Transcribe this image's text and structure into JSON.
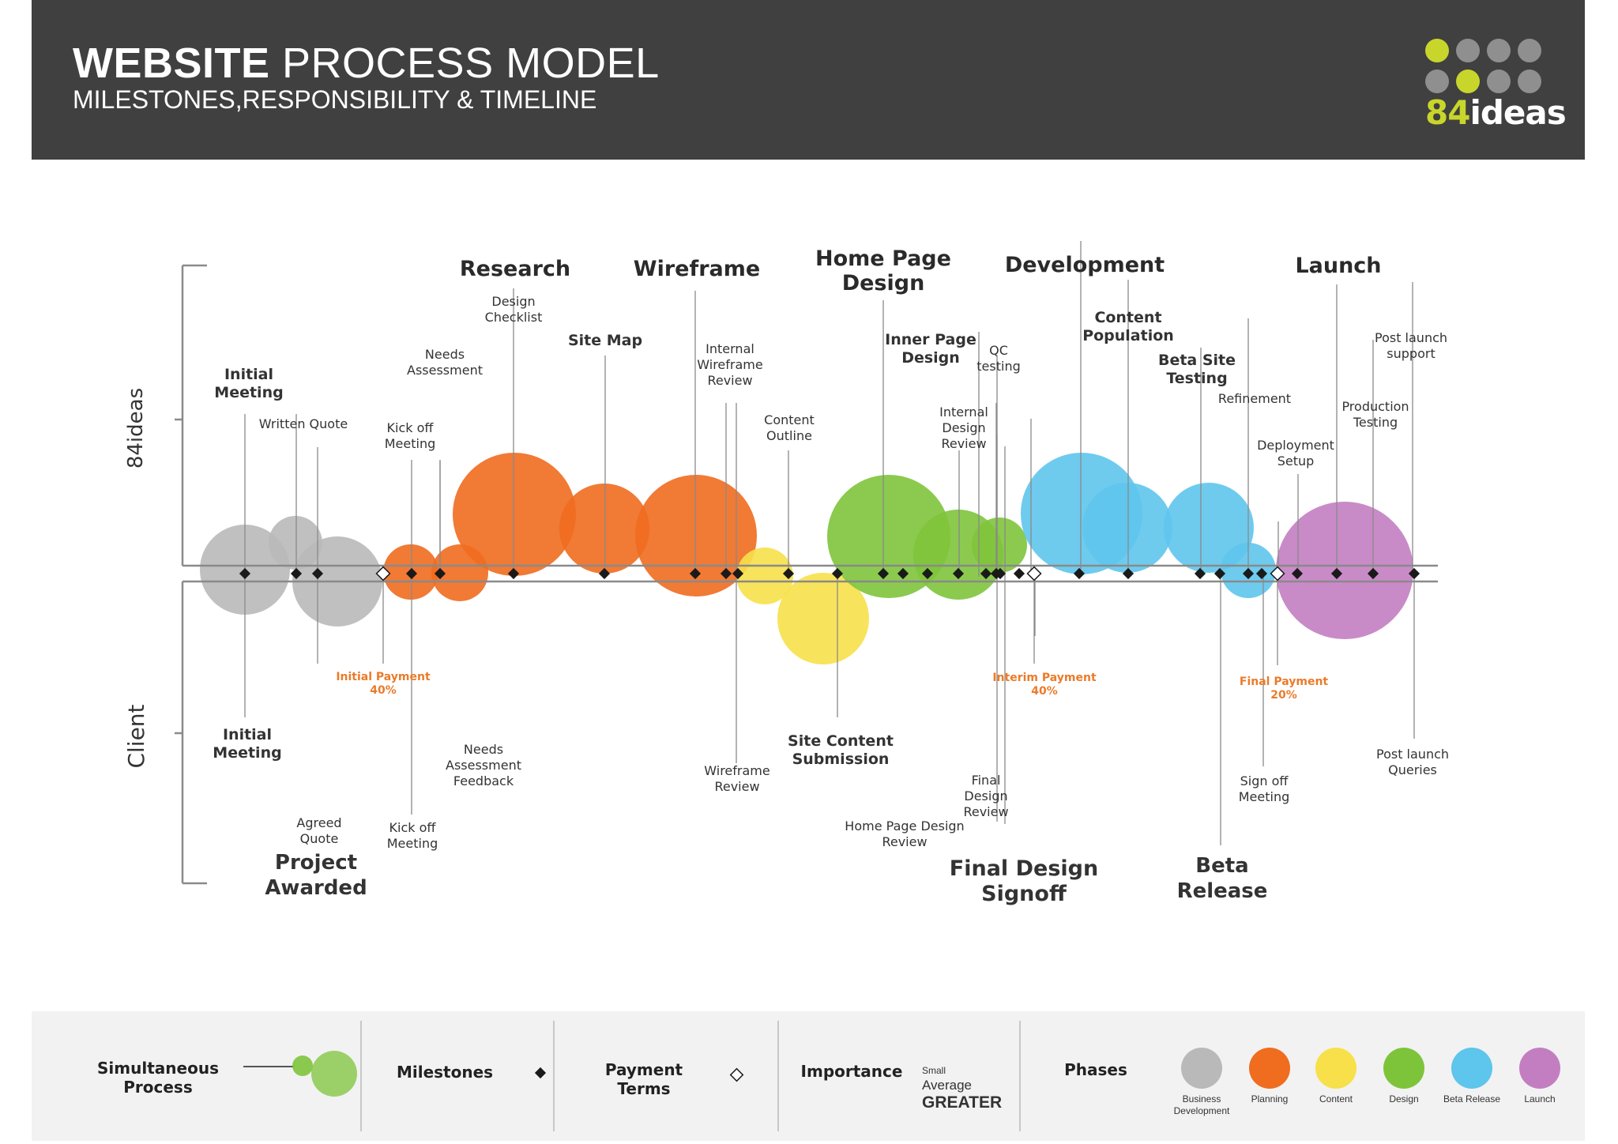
{
  "header": {
    "title_bold": "WEBSITE",
    "title_rest": " PROCESS MODEL",
    "subtitle": "MILESTONES,RESPONSIBILITY & TIMELINE",
    "brand": {
      "num": "84",
      "word": "ideas"
    }
  },
  "colors": {
    "header_bg": "#404040",
    "business_development": "#b9b9b9",
    "planning": "#f06c1f",
    "content": "#f7e04a",
    "design": "#7ec43b",
    "beta_release": "#5ec5ec",
    "launch": "#c37ec1",
    "logo_lime": "#c8d62b",
    "logo_grey": "#8f8f8f",
    "payment_text": "#ea7b2b"
  },
  "axis": {
    "top_label": "84ideas",
    "bottom_label": "Client"
  },
  "phases_titles": [
    "Research",
    "Wireframe",
    "Home Page\nDesign",
    "Development",
    "Launch"
  ],
  "bubbles": [
    {
      "phase": "business_development",
      "size": "large"
    },
    {
      "phase": "business_development",
      "size": "small"
    },
    {
      "phase": "business_development",
      "size": "large"
    },
    {
      "phase": "planning",
      "size": "small"
    },
    {
      "phase": "planning",
      "size": "small"
    },
    {
      "phase": "planning",
      "size": "greater"
    },
    {
      "phase": "planning",
      "size": "large"
    },
    {
      "phase": "planning",
      "size": "greater"
    },
    {
      "phase": "content",
      "size": "small"
    },
    {
      "phase": "content",
      "size": "large"
    },
    {
      "phase": "design",
      "size": "greater"
    },
    {
      "phase": "design",
      "size": "large"
    },
    {
      "phase": "design",
      "size": "small"
    },
    {
      "phase": "beta_release",
      "size": "greater"
    },
    {
      "phase": "beta_release",
      "size": "large"
    },
    {
      "phase": "beta_release",
      "size": "large"
    },
    {
      "phase": "beta_release",
      "size": "small"
    },
    {
      "phase": "launch",
      "size": "greater"
    }
  ],
  "labels_84ideas": [
    "Initial\nMeeting",
    "Written Quote",
    "Needs\nAssessment",
    "Kick off\nMeeting",
    "Design\nChecklist",
    "Site Map",
    "Internal\nWireframe\nReview",
    "Content\nOutline",
    "Inner Page\nDesign",
    "QC\ntesting",
    "Internal\nDesign\nReview",
    "Content\nPopulation",
    "Beta Site\nTesting",
    "Refinement",
    "Post launch\nsupport",
    "Production\nTesting",
    "Deployment\nSetup"
  ],
  "labels_client": [
    "Initial\nMeeting",
    "Agreed\nQuote",
    "Project\nAwarded",
    "Kick off\nMeeting",
    "Needs\nAssessment\nFeedback",
    "Wireframe\nReview",
    "Site Content\nSubmission",
    "Home Page Design\nReview",
    "Final\nDesign\nReview",
    "Final Design\nSignoff",
    "Sign off\nMeeting",
    "Beta\nRelease",
    "Post launch\nQueries"
  ],
  "payments": [
    "Initial Payment\n40%",
    "Interim Payment\n40%",
    "Final Payment\n20%"
  ],
  "legend": {
    "simultaneous": "Simultaneous\nProcess",
    "milestones": "Milestones",
    "payment_terms": "Payment\nTerms",
    "importance": "Importance",
    "importance_small": "Small",
    "importance_average": "Average",
    "importance_greater": "GREATER",
    "phases": "Phases",
    "phase_items": [
      {
        "label": "Business\nDevelopment",
        "color": "#b9b9b9"
      },
      {
        "label": "Planning",
        "color": "#f06c1f"
      },
      {
        "label": "Content",
        "color": "#f7e04a"
      },
      {
        "label": "Design",
        "color": "#7ec43b"
      },
      {
        "label": "Beta Release",
        "color": "#5ec5ec"
      },
      {
        "label": "Launch",
        "color": "#c37ec1"
      }
    ]
  }
}
